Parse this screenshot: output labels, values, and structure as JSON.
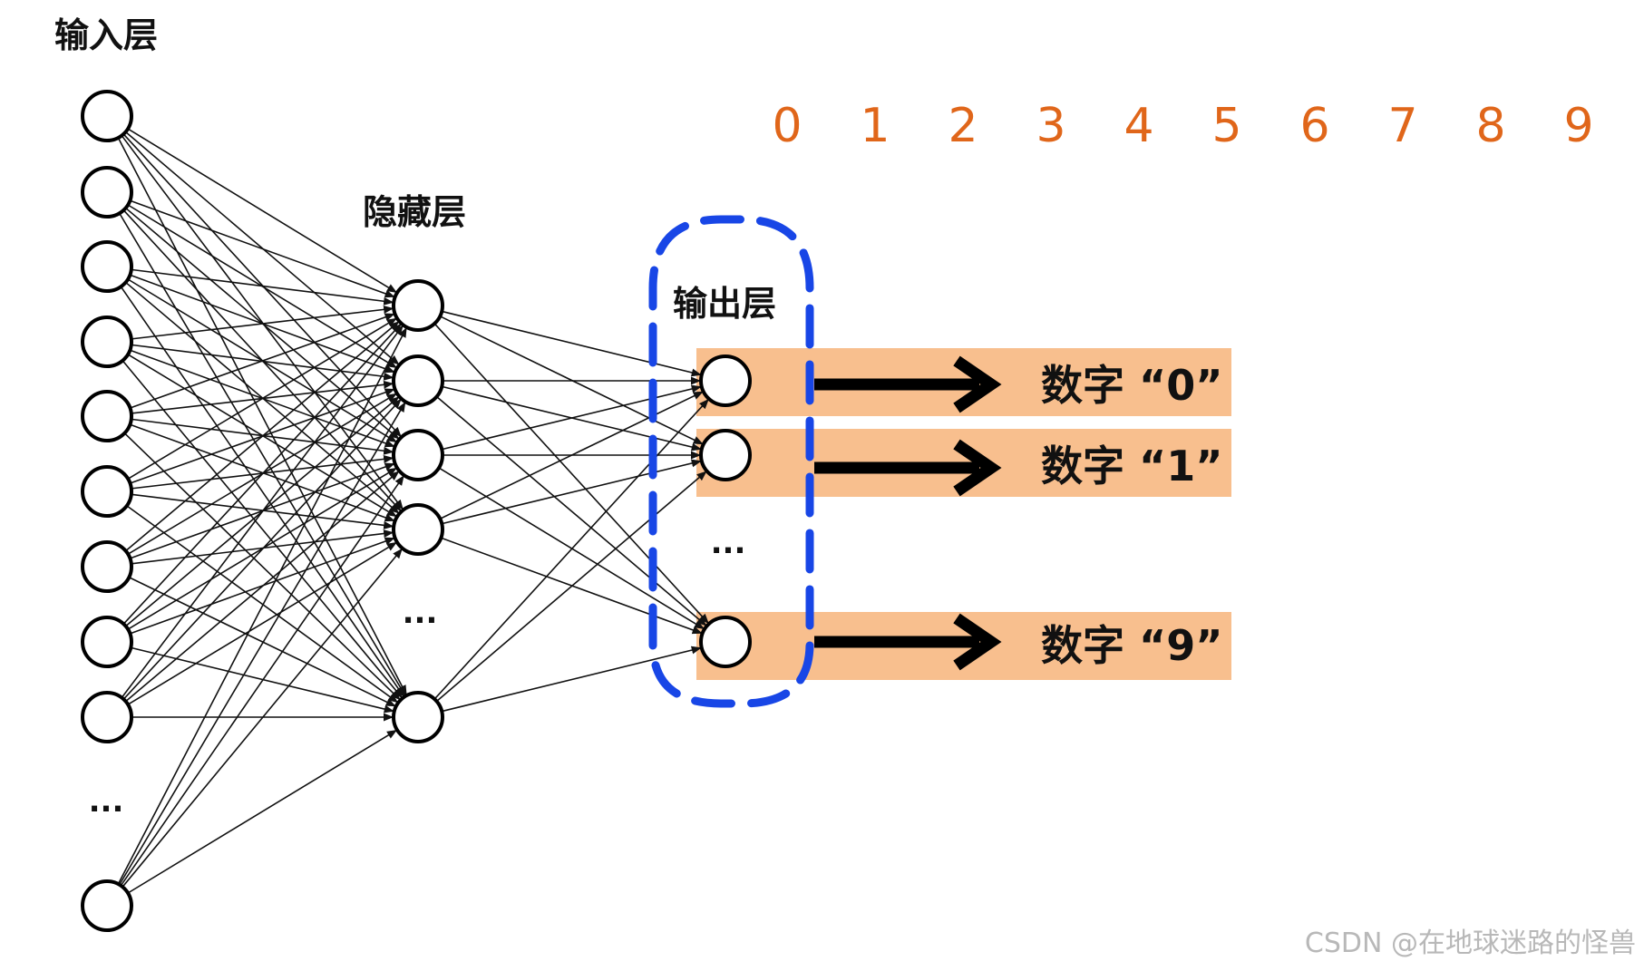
{
  "labels": {
    "input_layer": "输入层",
    "hidden_layer": "隐藏层",
    "output_layer": "输出层"
  },
  "digits": [
    "0",
    "1",
    "2",
    "3",
    "4",
    "5",
    "6",
    "7",
    "8",
    "9"
  ],
  "outputs": [
    {
      "text": "数字 “0”"
    },
    {
      "text": "数字 “1”"
    },
    {
      "text": "数字 “9”"
    }
  ],
  "ellipsis": "...",
  "watermark": "CSDN @在地球迷路的怪兽",
  "colors": {
    "digit": "#E0661A",
    "output_band": "#F8BF8E",
    "dashed_outline": "#1846E6",
    "line": "#111111"
  },
  "network": {
    "input_nodes": 10,
    "hidden_nodes": 5,
    "output_nodes": 3
  }
}
